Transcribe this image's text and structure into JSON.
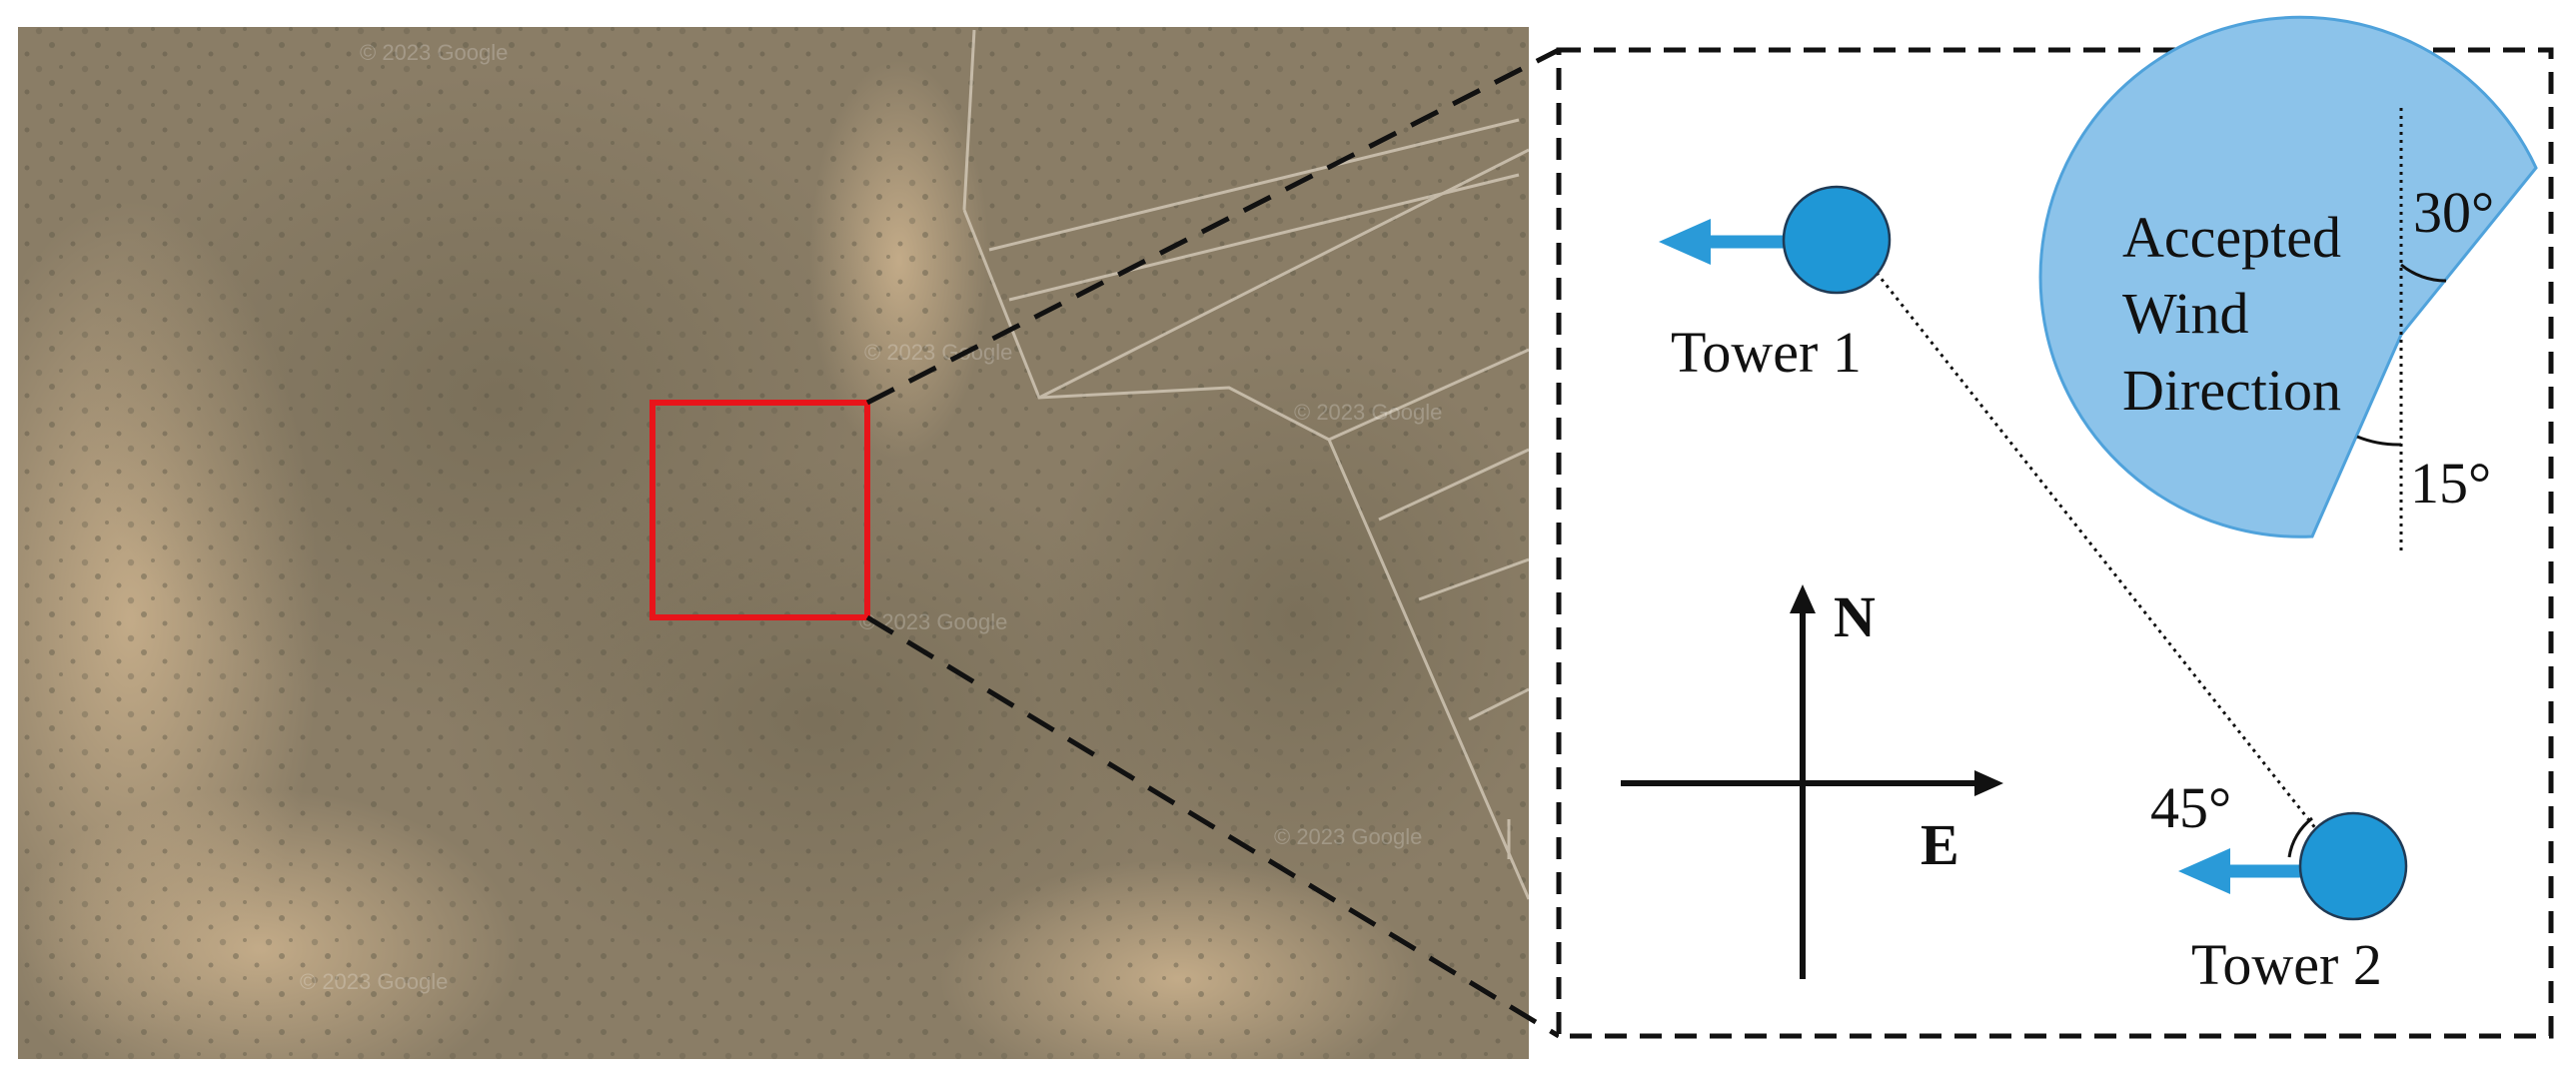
{
  "satellite": {
    "watermark": "© 2023 Google"
  },
  "diagram": {
    "tower1": {
      "label": "Tower 1"
    },
    "tower2": {
      "label": "Tower 2"
    },
    "compass": {
      "north": "N",
      "east": "E"
    },
    "accepted_sector": {
      "label_lines": [
        "Accepted",
        "Wind",
        "Direction"
      ],
      "angle_top": "30°",
      "angle_bottom": "15°",
      "color": "#8cc3ea"
    },
    "tower_angle": "45°",
    "tower_color": "#1f97d6",
    "arrow_color": "#2a9ad8"
  }
}
